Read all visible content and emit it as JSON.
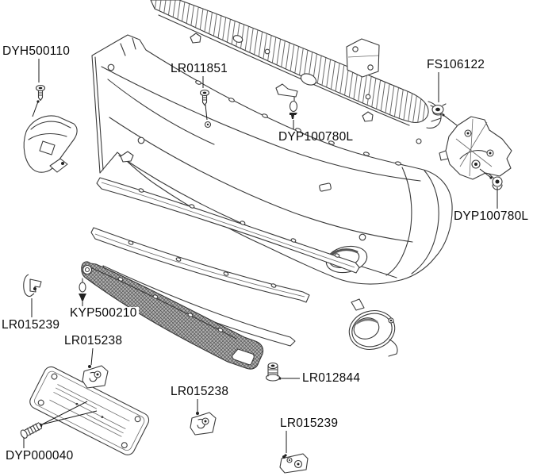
{
  "colors": {
    "background": "#ffffff",
    "line": "#3a3a3a",
    "label": "#0a0a0a",
    "mesh_fill": "#b0b0b0"
  },
  "callouts": [
    {
      "part": "tow-eye-cover-screw",
      "text": "DYH500110"
    },
    {
      "part": "bumper-top-screw",
      "text": "LR011851"
    },
    {
      "part": "bracket-nut",
      "text": "FS106122"
    },
    {
      "part": "armature-push-pin",
      "text": "DYP100780L"
    },
    {
      "part": "bracket-bolt",
      "text": "DYP100780L"
    },
    {
      "part": "grille-fir-tree-clip",
      "text": "KYP500210"
    },
    {
      "part": "side-clip-left",
      "text": "LR015239"
    },
    {
      "part": "grille-bracket-left",
      "text": "LR015238"
    },
    {
      "part": "grille-bracket-right",
      "text": "LR015238"
    },
    {
      "part": "fog-bezel-screw",
      "text": "LR012844"
    },
    {
      "part": "lower-clip-right",
      "text": "LR015239"
    },
    {
      "part": "plinth-screw",
      "text": "DYP000040"
    }
  ]
}
